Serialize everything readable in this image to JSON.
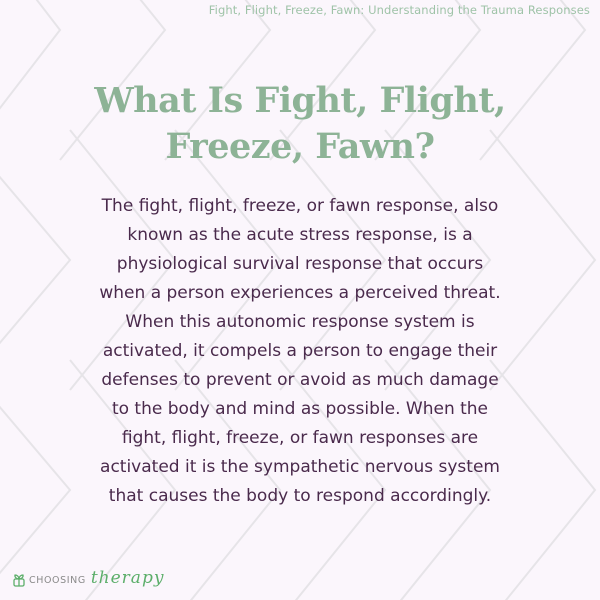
{
  "header": {
    "caption": "Fight, Flight, Freeze, Fawn: Understanding the Trauma Responses"
  },
  "title": {
    "lines": [
      "What Is Fight, Flight,",
      "Freeze, Fawn?"
    ]
  },
  "body": {
    "lines": [
      "The fight, flight, freeze, or fawn response, also",
      "known as the acute stress response, is a",
      "physiological survival response that occurs",
      "when a person experiences a perceived threat.",
      "When this autonomic response system is",
      "activated, it compels a person to engage their",
      "defenses to prevent or avoid as much damage",
      "to the body and mind as possible. When the",
      "fight, flight, freeze, or fawn responses are",
      "activated it is the sympathetic nervous system",
      "that causes the body to respond accordingly."
    ]
  },
  "logo": {
    "icon": "leaf-box-icon",
    "word1": "CHOOSING",
    "word2": "therapy"
  },
  "colors": {
    "background": "#fbf6fc",
    "title": "#8db396",
    "body": "#4a2a4c",
    "caption": "#9fc3a8",
    "logo_green": "#5cae6a",
    "pattern_lines": "#e6e4e8"
  }
}
